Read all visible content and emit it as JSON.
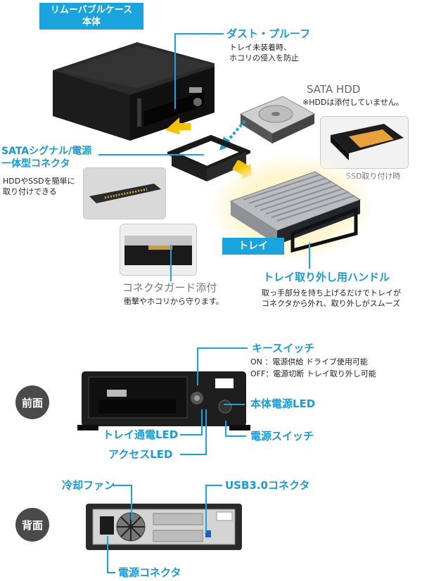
{
  "top_section": {
    "case_body_label_line1": "リムーバブルケース",
    "case_body_label_line2": "本体",
    "dust_proof": {
      "title": "ダスト・プルーフ",
      "desc_line1": "トレイ未装着時、",
      "desc_line2": "ホコリの侵入を防止"
    },
    "sata_hdd": {
      "title": "SATA HDD",
      "note": "※HDDは添付していません。"
    },
    "ssd_mount_caption": "SSD取り付け時",
    "sata_connector": {
      "title_line1": "SATAシグナル/電源",
      "title_line2": "一体型コネクタ",
      "desc_line1": "HDDやSSDを簡単に",
      "desc_line2": "取り付けできる"
    },
    "tray_label": "トレイ",
    "connector_guard": {
      "title": "コネクタガード添付",
      "desc": "衝撃やホコリから守ります。"
    },
    "tray_handle": {
      "title": "トレイ取り外し用ハンドル",
      "desc_line1": "取っ手部分を持ち上げるだけでトレイが",
      "desc_line2": "コネクタから外れ、取り外しがスムーズ"
    }
  },
  "front_section": {
    "badge": "前面",
    "key_switch": {
      "title": "キースイッチ",
      "on_line": "ON ：電源供給 ドライブ使用可能",
      "off_line": "OFF：電源切断 トレイ取り外し可能"
    },
    "body_power_led": "本体電源LED",
    "tray_power_led": "トレイ通電LED",
    "power_switch": "電源スイッチ",
    "access_led": "アクセスLED"
  },
  "back_section": {
    "badge": "背面",
    "cooling_fan": "冷却ファン",
    "usb_connector": "USB3.0コネクタ",
    "power_connector": "電源コネクタ"
  },
  "colors": {
    "accent": "#1aa3dc",
    "badge": "#4a4a4a"
  }
}
